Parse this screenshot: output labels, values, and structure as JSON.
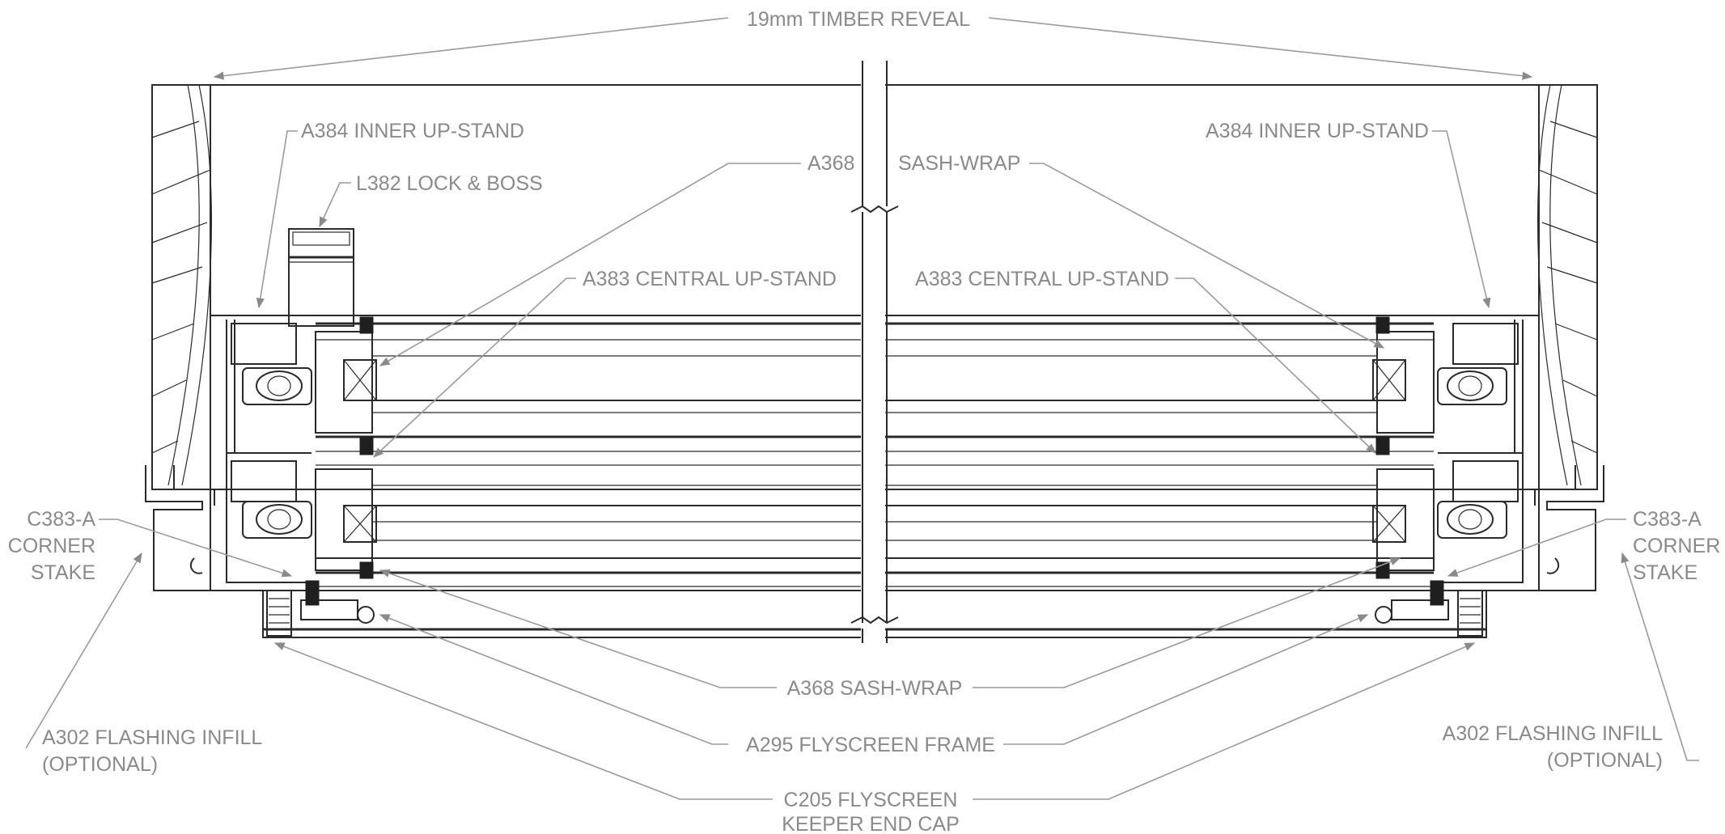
{
  "labels": {
    "timber_reveal": "19mm TIMBER REVEAL",
    "inner_upstand_left": "A384 INNER UP-STAND",
    "inner_upstand_right": "A384 INNER UP-STAND",
    "lock_boss": "L382 LOCK & BOSS",
    "a368_top": "A368",
    "sashwrap_top": "SASH-WRAP",
    "central_upstand_left": "A383 CENTRAL UP-STAND",
    "central_upstand_right": "A383 CENTRAL UP-STAND",
    "corner_stake_left": [
      "C383-A",
      "CORNER",
      "STAKE"
    ],
    "corner_stake_right": [
      "C383-A",
      "CORNER",
      "STAKE"
    ],
    "a368_sashwrap_bottom": "A368 SASH-WRAP",
    "flyscreen_frame": "A295 FLYSCREEN FRAME",
    "flashing_infill_left": [
      "A302 FLASHING INFILL",
      "(OPTIONAL)"
    ],
    "flashing_infill_right": [
      "A302 FLASHING INFILL",
      "(OPTIONAL)"
    ],
    "keeper_end_cap": [
      "C205 FLYSCREEN",
      "KEEPER END CAP"
    ]
  },
  "colors": {
    "label_text": "#8a8a8a",
    "leader_line": "#9a9a9a",
    "linework": "#2a2a2a",
    "background": "#ffffff"
  }
}
